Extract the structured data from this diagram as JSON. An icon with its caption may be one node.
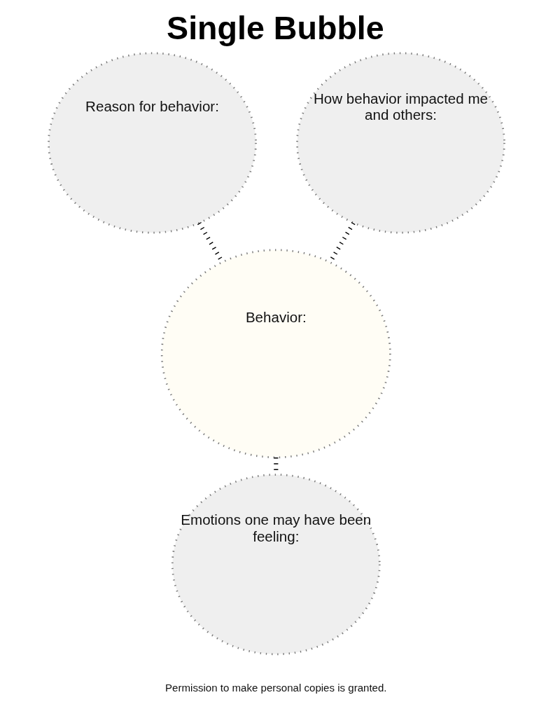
{
  "diagram": {
    "title": "Single Bubble",
    "nodes": [
      {
        "text": [
          "Reason for behavior:"
        ]
      },
      {
        "text": [
          "How behavior impacted me and others:"
        ]
      },
      {
        "text": [
          "Behavior:"
        ]
      },
      {
        "text": [
          "Emotions one may have been feeling:"
        ]
      }
    ],
    "edges": [
      {
        "from": 0,
        "to": 2,
        "arrow": "none"
      },
      {
        "from": 1,
        "to": 2,
        "arrow": "none"
      },
      {
        "from": 2,
        "to": 3,
        "arrow": "none"
      }
    ],
    "labels": [
      "Permission to make personal copies is granted."
    ]
  }
}
